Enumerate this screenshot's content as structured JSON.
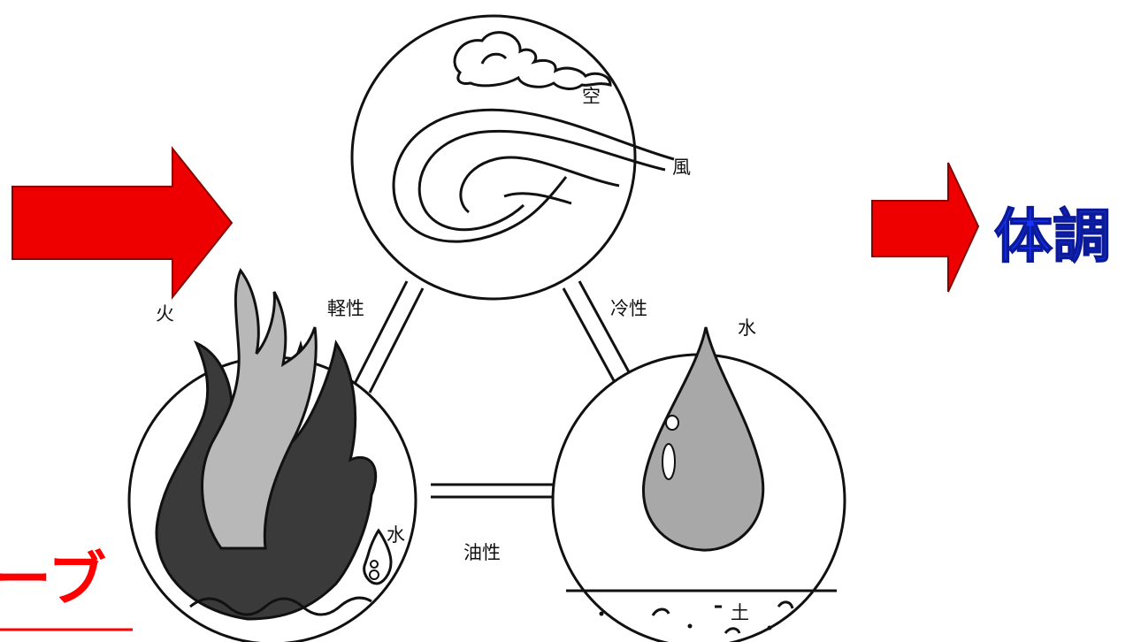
{
  "labels": {
    "sky": "空",
    "wind": "風",
    "fire": "火",
    "water_top": "水",
    "water_fire": "水",
    "earth": "土",
    "light": "軽性",
    "cold": "冷性",
    "oily": "油性"
  },
  "right_text": "体調",
  "bottom_left_text": "ーブ",
  "colors": {
    "arrow_red": "#ee0000",
    "right_text_blue": "#1a33ff",
    "bottom_text_red": "#ff0000",
    "flame_dark": "#3a3a3a",
    "flame_light": "#b8b8b8",
    "drop_gray": "#a8a8a8"
  }
}
